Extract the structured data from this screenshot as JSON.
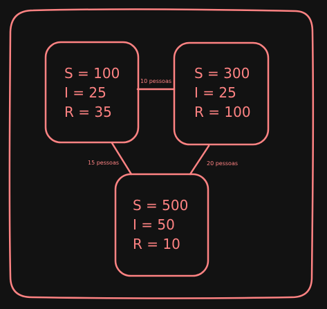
{
  "colors": {
    "background": "#121212",
    "stroke": "#ff8383"
  },
  "nodes": [
    {
      "id": "node-a",
      "lines": [
        "S = 100",
        "I = 25",
        "R = 35"
      ]
    },
    {
      "id": "node-b",
      "lines": [
        "S = 300",
        "I = 25",
        "R = 100"
      ]
    },
    {
      "id": "node-c",
      "lines": [
        "S = 500",
        "I = 50",
        "R = 10"
      ]
    }
  ],
  "edges": [
    {
      "from": "node-a",
      "to": "node-b",
      "label": "10 pessoas"
    },
    {
      "from": "node-a",
      "to": "node-c",
      "label": "15 pessoas"
    },
    {
      "from": "node-b",
      "to": "node-c",
      "label": "20 pessoas"
    }
  ]
}
